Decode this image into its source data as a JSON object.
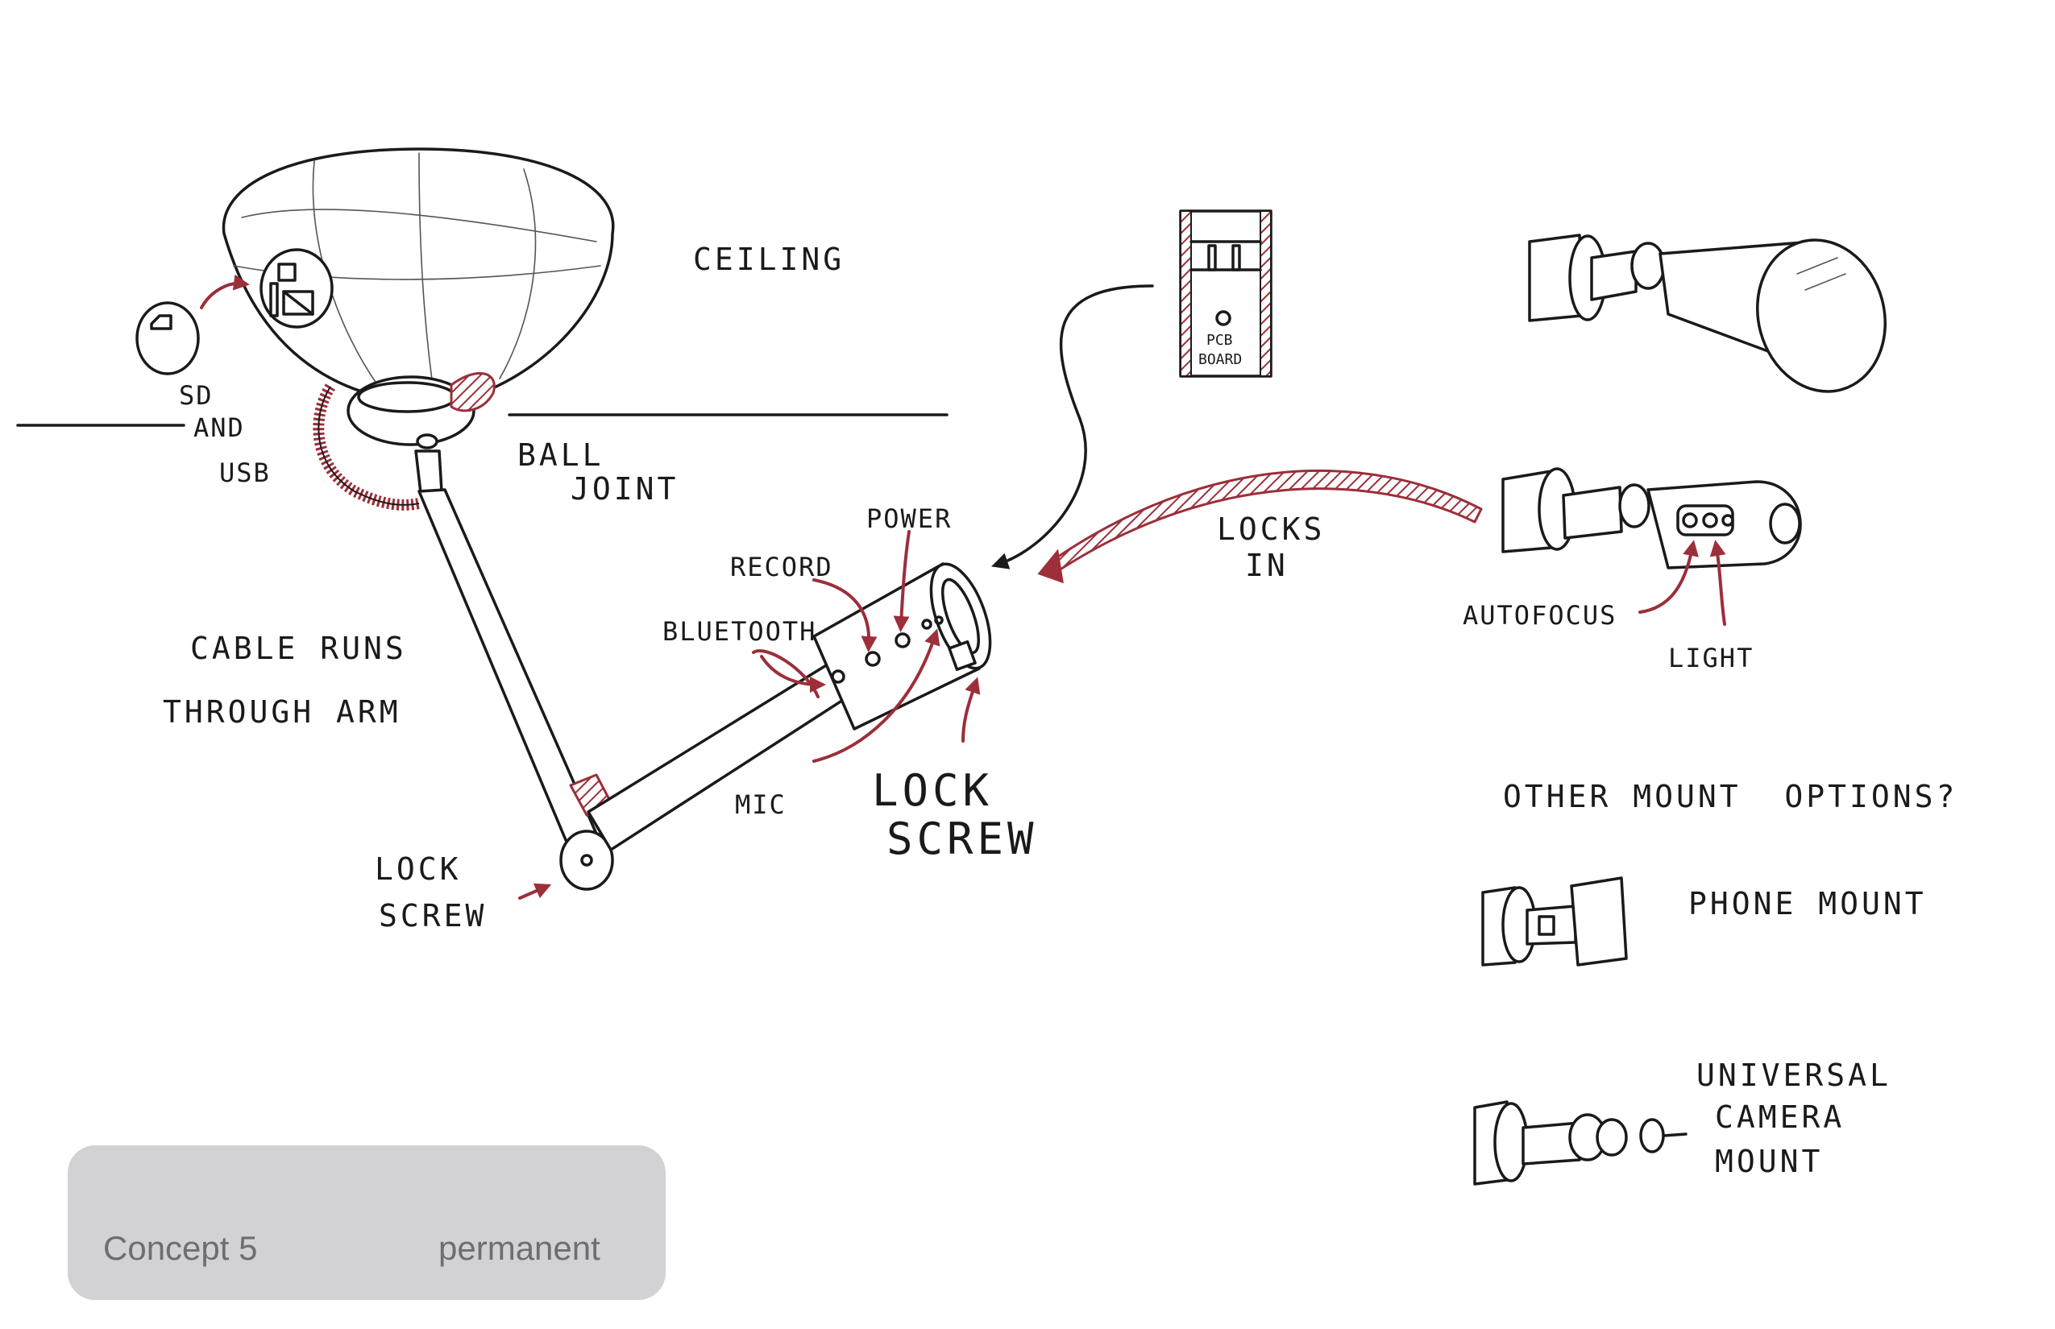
{
  "labels": {
    "ceiling": "CEILING",
    "sd_usb_1": "SD",
    "sd_usb_2": "AND",
    "sd_usb_3": "USB",
    "ball_joint_1": "BALL",
    "ball_joint_2": "JOINT",
    "cable_runs_1": "CABLE RUNS",
    "cable_runs_2": "THROUGH ARM",
    "lock_screw_left_1": "LOCK",
    "lock_screw_left_2": "SCREW",
    "record": "RECORD",
    "power": "POWER",
    "bluetooth": "BLUETOOTH",
    "mic": "MIC",
    "lock_screw_right_1": "LOCK",
    "lock_screw_right_2": "SCREW",
    "pcb_1": "PCB",
    "pcb_2": "BOARD",
    "locks_in_1": "LOCKS",
    "locks_in_2": "IN",
    "autofocus": "AUTOFOCUS",
    "light": "LIGHT",
    "other_mount": "OTHER MOUNT  OPTIONS?",
    "phone_mount": "PHONE MOUNT",
    "universal_1": "UNIVERSAL",
    "universal_2": "CAMERA",
    "universal_3": "MOUNT"
  },
  "caption": {
    "concept": "Concept 5",
    "type": "permanent"
  },
  "colors": {
    "ink": "#1a1a1a",
    "accent_red": "#9b2f3a",
    "caption_bg": "#d2d2d4",
    "caption_text": "#6e6e70"
  }
}
